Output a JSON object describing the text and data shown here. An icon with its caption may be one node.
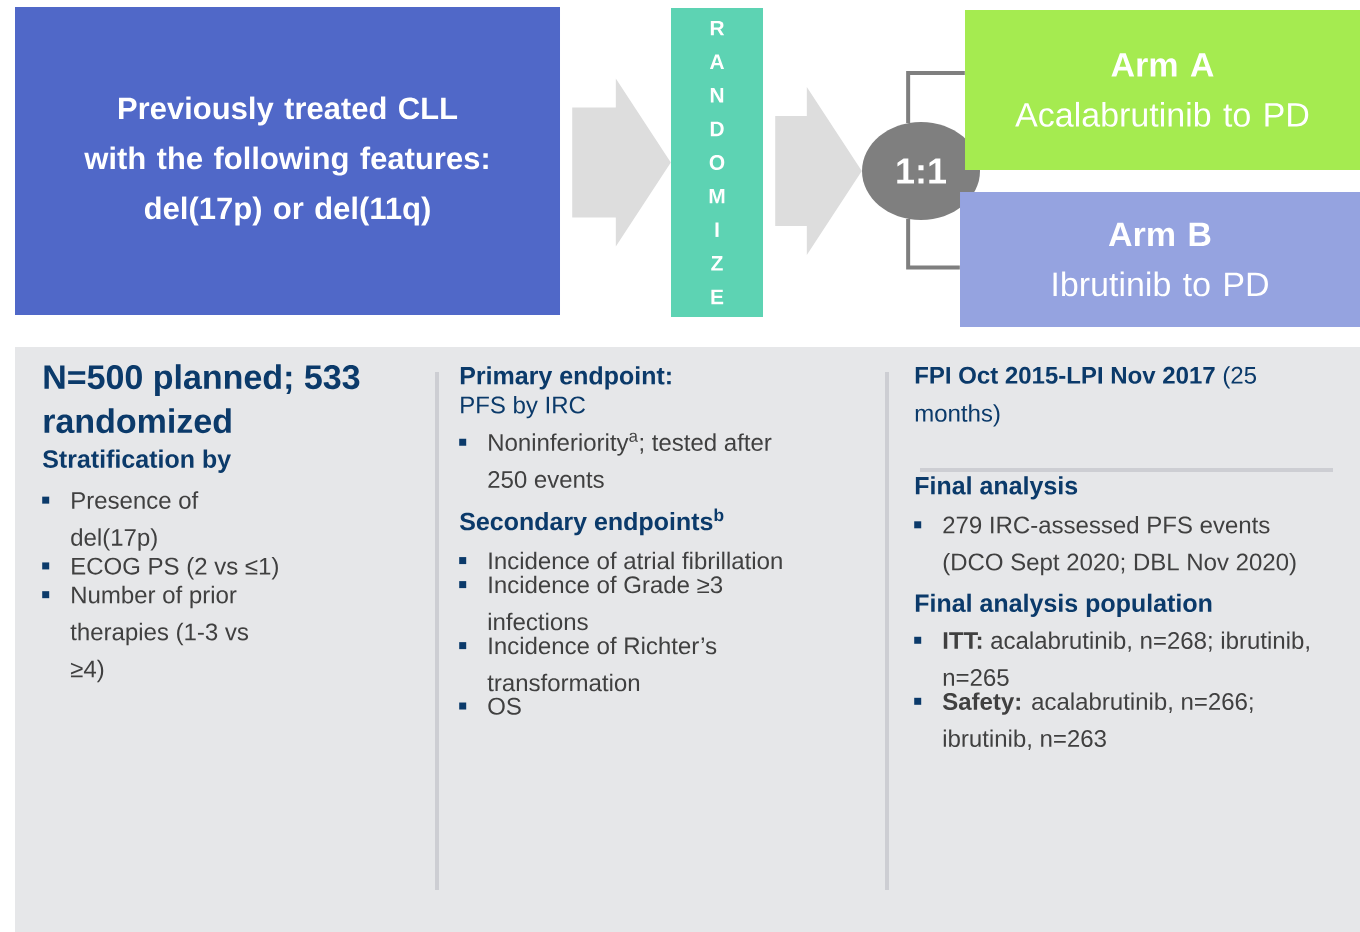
{
  "diagram": {
    "nodes": [
      {
        "text": [
          "Previously treated CLL with the following features: del(17p) or del(11q)"
        ]
      },
      {
        "text": [
          "RANDOMIZE"
        ]
      },
      {
        "text": [
          "1:1"
        ]
      },
      {
        "text": [
          "Arm A",
          "Acalabrutinib to PD"
        ]
      },
      {
        "text": [
          "Arm B",
          "Ibrutinib to PD"
        ]
      }
    ],
    "edges": [
      {
        "from": 0,
        "to": 1,
        "arrow": "to",
        "style": "thick",
        "color": "#dddddd"
      },
      {
        "from": 1,
        "to": 2,
        "arrow": "to",
        "style": "thick",
        "color": "#dddddd"
      },
      {
        "from": 2,
        "to": 3,
        "arrow": "none",
        "color": "#7f7f7f"
      },
      {
        "from": 2,
        "to": 4,
        "arrow": "none",
        "color": "#7f7f7f"
      }
    ],
    "labels": [
      "N=500 planned; 533 randomized",
      "Stratification by",
      "Presence of del(17p)",
      "ECOG PS (2 vs ≤1)",
      "Number of prior therapies (1-3 vs ≥4)",
      "Primary endpoint:",
      "PFS by IRC",
      "Noninferiority$^{a}$; tested after 250 events",
      "Secondary endpoints$^{b}$",
      "Incidence of atrial fibrillation",
      "Incidence of Grade ≥3 infections",
      "Incidence of Richter’s transformation",
      "OS",
      "**FPI Oct 2015-LPI Nov 2017** (25 months)",
      "Final analysis",
      "279 IRC-assessed PFS events (DCO Sept 2020; DBL Nov 2020)",
      "Final analysis population",
      "**ITT:** acalabrutinib, n=268; ibrutinib, n=265",
      "**Safety:** acalabrutinib, n=266; ibrutinib, n=263"
    ]
  }
}
